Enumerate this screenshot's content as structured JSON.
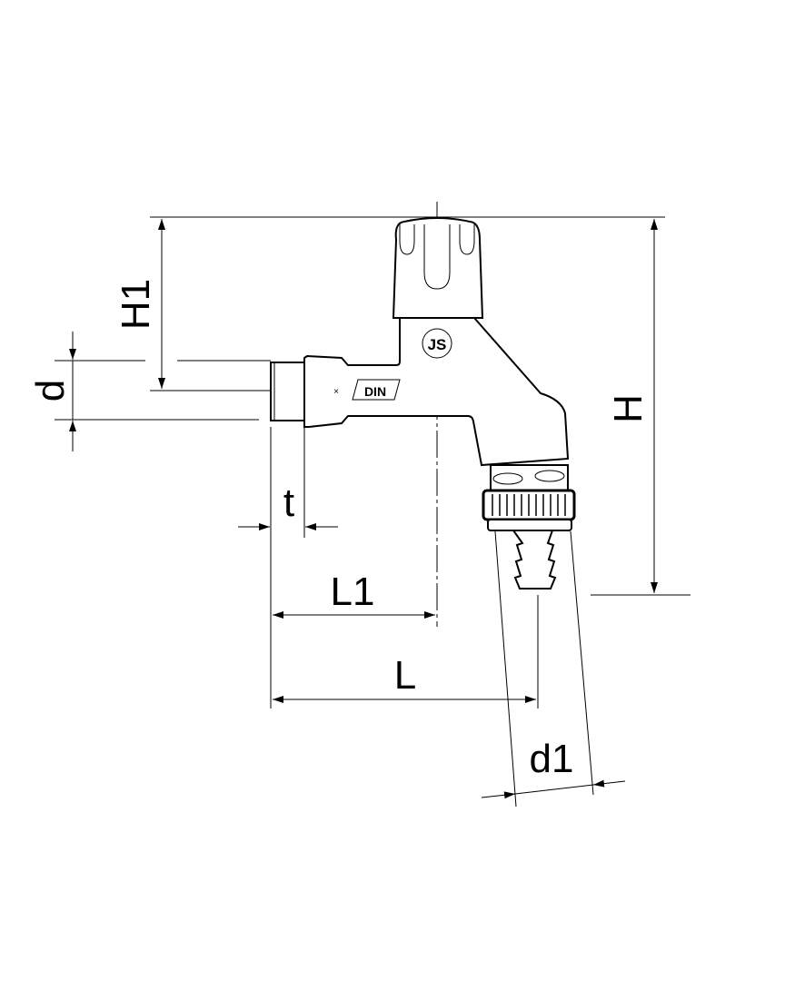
{
  "diagram": {
    "labels": {
      "H": "H",
      "H1": "H1",
      "d": "d",
      "t": "t",
      "L1": "L1",
      "L": "L",
      "d1": "d1"
    },
    "marking": "DIN",
    "colors": {
      "line": "#000000",
      "background": "#ffffff"
    }
  }
}
